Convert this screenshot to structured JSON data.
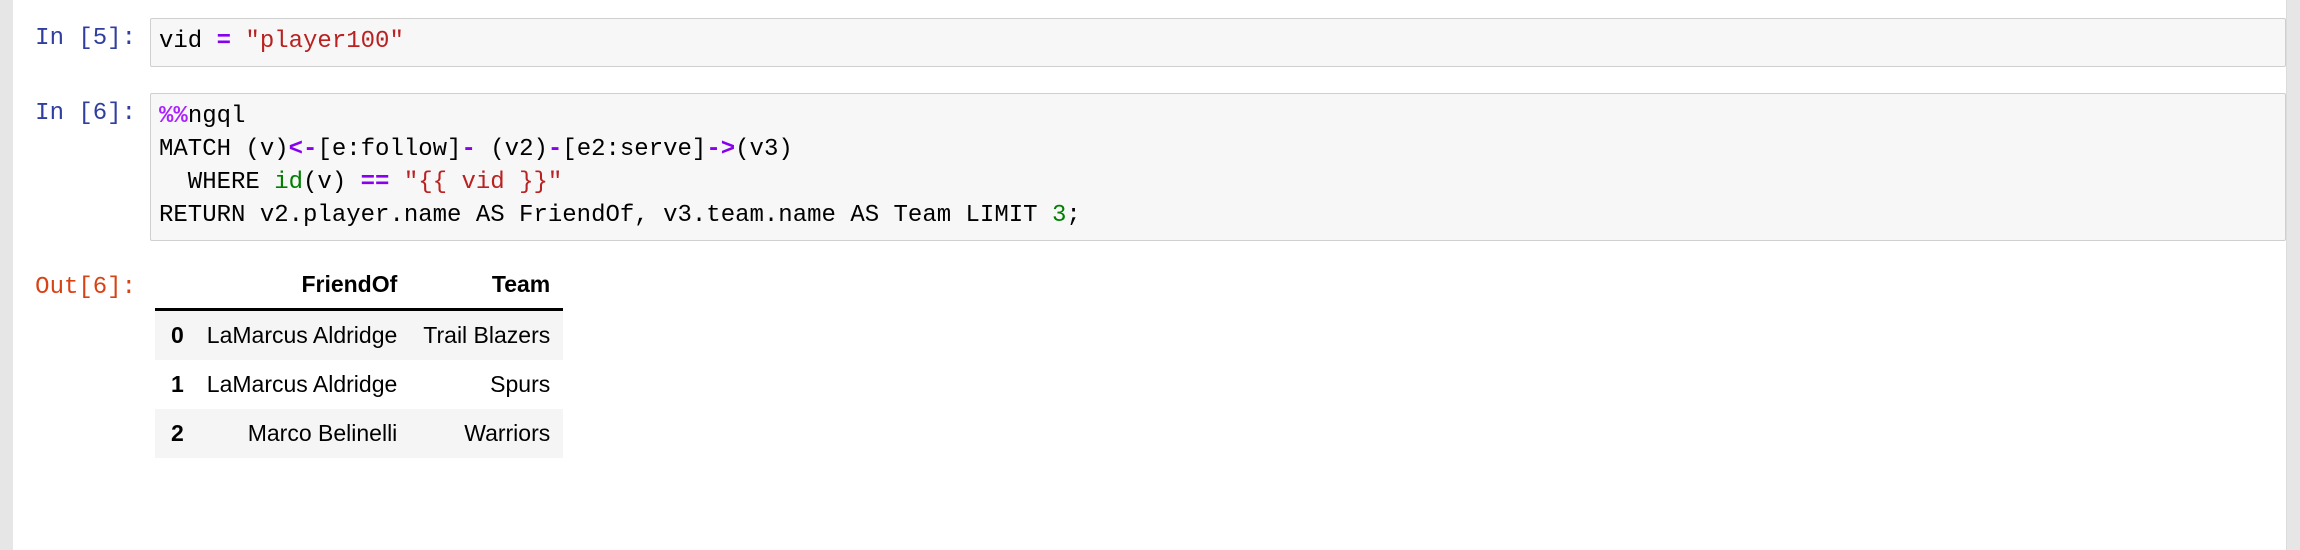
{
  "cells": [
    {
      "prompt": "In [5]:",
      "kind": "code",
      "source_plain": "vid = \"player100\""
    },
    {
      "prompt": "In [6]:",
      "kind": "code",
      "source_plain": "%%ngql\nMATCH (v)<-[e:follow]- (v2)-[e2:serve]->(v3)\n  WHERE id(v) == \"{{ vid }}\"\nRETURN v2.player.name AS FriendOf, v3.team.name AS Team LIMIT 3;"
    },
    {
      "prompt": "Out[6]:",
      "kind": "output"
    }
  ],
  "code_cell_1": {
    "tokens": [
      {
        "t": "vid ",
        "c": "plain"
      },
      {
        "t": "=",
        "c": "op"
      },
      {
        "t": " ",
        "c": "plain"
      },
      {
        "t": "\"player100\"",
        "c": "str"
      }
    ]
  },
  "code_cell_2": {
    "lines": [
      [
        {
          "t": "%%",
          "c": "magic"
        },
        {
          "t": "ngql",
          "c": "plain"
        }
      ],
      [
        {
          "t": "MATCH (v)",
          "c": "plain"
        },
        {
          "t": "<-",
          "c": "op"
        },
        {
          "t": "[e:follow]",
          "c": "plain"
        },
        {
          "t": "-",
          "c": "op"
        },
        {
          "t": " (v2)",
          "c": "plain"
        },
        {
          "t": "-",
          "c": "op"
        },
        {
          "t": "[e2:serve]",
          "c": "plain"
        },
        {
          "t": "->",
          "c": "op"
        },
        {
          "t": "(v3)",
          "c": "plain"
        }
      ],
      [
        {
          "t": "  WHERE ",
          "c": "plain"
        },
        {
          "t": "id",
          "c": "fn"
        },
        {
          "t": "(v) ",
          "c": "plain"
        },
        {
          "t": "==",
          "c": "op"
        },
        {
          "t": " ",
          "c": "plain"
        },
        {
          "t": "\"{{ vid }}\"",
          "c": "str"
        }
      ],
      [
        {
          "t": "RETURN v2.player.name AS FriendOf, v3.team.name AS Team LIMIT ",
          "c": "plain"
        },
        {
          "t": "3",
          "c": "num"
        },
        {
          "t": ";",
          "c": "plain"
        }
      ]
    ]
  },
  "output_table": {
    "index_header": "",
    "columns": [
      "FriendOf",
      "Team"
    ],
    "rows": [
      {
        "index": "0",
        "cells": [
          "LaMarcus Aldridge",
          "Trail Blazers"
        ]
      },
      {
        "index": "1",
        "cells": [
          "LaMarcus Aldridge",
          "Spurs"
        ]
      },
      {
        "index": "2",
        "cells": [
          "Marco Belinelli",
          "Warriors"
        ]
      }
    ]
  },
  "colors": {
    "in_prompt": "#303f9f",
    "out_prompt": "#d84315",
    "string": "#ba2121",
    "operator": "#8800ee",
    "magic": "#aa22ff",
    "function": "#008000",
    "number": "#008000",
    "cell_background": "#f7f7f7",
    "cell_border": "#cfcfcf",
    "row_stripe": "#f5f5f5"
  }
}
